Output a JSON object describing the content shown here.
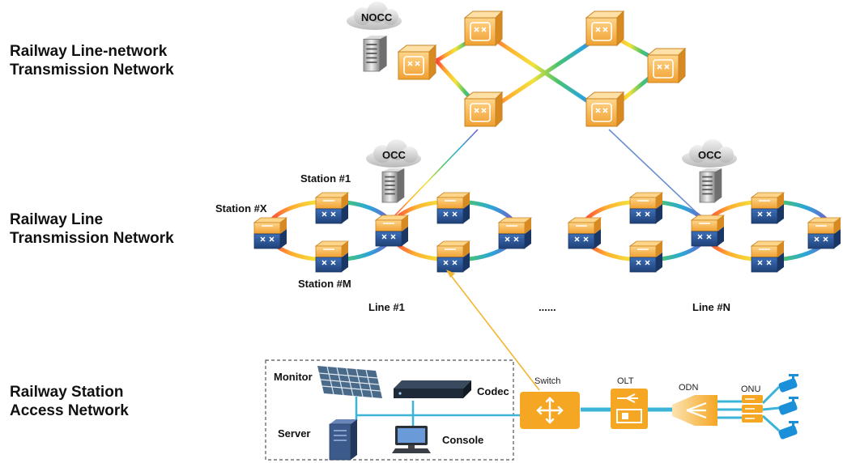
{
  "layers": {
    "top": "Railway Line-network\nTransmission Network",
    "middle": "Railway Line\nTransmission Network",
    "bottom": "Railway Station\nAccess Network"
  },
  "control_centers": {
    "nocc": "NOCC",
    "occ_line1": "OCC",
    "occ_lineN": "OCC"
  },
  "stations": {
    "station_1": "Station #1",
    "station_x": "Station #X",
    "station_m": "Station #M"
  },
  "lines": {
    "line_1": "Line #1",
    "ellipsis": "......",
    "line_n": "Line #N"
  },
  "station_equipment": {
    "monitor": "Monitor",
    "codec": "Codec",
    "server": "Server",
    "console": "Console"
  },
  "access_chain": {
    "switch": "Switch",
    "olt": "OLT",
    "odn": "ODN",
    "onu": "ONU"
  },
  "colors": {
    "orange_node": "#f0a030",
    "blue_node": "#2c5a9a",
    "switch_orange": "#f5a623",
    "link_cyan": "#3bb4d8",
    "uplink_yellow": "#f2b632",
    "uplink_blue": "#6a8fd0"
  }
}
